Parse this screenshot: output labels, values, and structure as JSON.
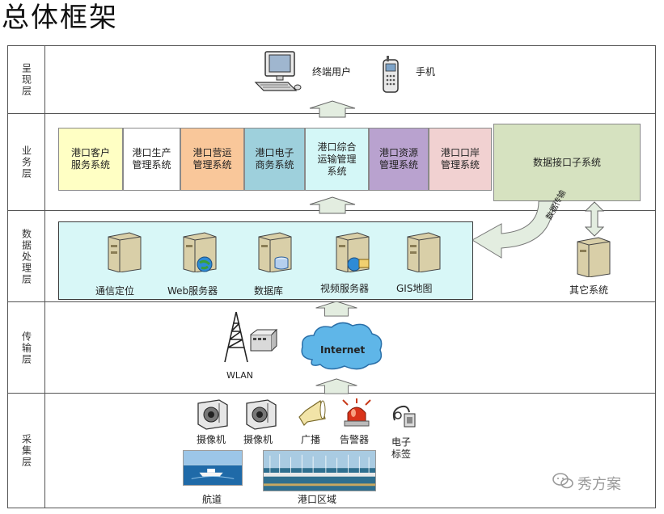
{
  "title": "总体框架",
  "layers": {
    "present": "呈现层",
    "business": "业务层",
    "data": "数据处理层",
    "transport": "传输层",
    "collect": "采集层"
  },
  "present": {
    "terminal": "终端用户",
    "phone": "手机"
  },
  "business_systems": [
    {
      "label": "港口客户\n服务系统",
      "color": "#ffffc4"
    },
    {
      "label": "港口生产\n管理系统",
      "color": "#ffffff"
    },
    {
      "label": "港口营运\n管理系统",
      "color": "#f9c79a"
    },
    {
      "label": "港口电子\n商务系统",
      "color": "#9ed0dc"
    },
    {
      "label": "港口综合\n运输管理\n系统",
      "color": "#d4f7f7"
    },
    {
      "label": "港口资源\n管理系统",
      "color": "#b9a2cf"
    },
    {
      "label": "港口口岸\n管理系统",
      "color": "#f1d1d1"
    }
  ],
  "data_interface": {
    "label": "数据接口子系统",
    "color": "#d6e2c0"
  },
  "data_transfer": "数据传输",
  "servers": [
    "通信定位",
    "Web服务器",
    "数据库",
    "视频服务器",
    "GIS地图"
  ],
  "other_system": "其它系统",
  "transport": {
    "wlan": "WLAN",
    "internet": "Internet"
  },
  "collect": {
    "camera1": "摄像机",
    "camera2": "摄像机",
    "broadcast": "广播",
    "alarm": "告警器",
    "rfid": "电子\n标签",
    "channel": "航道",
    "port_area": "港口区域"
  },
  "watermark": "秀方案"
}
